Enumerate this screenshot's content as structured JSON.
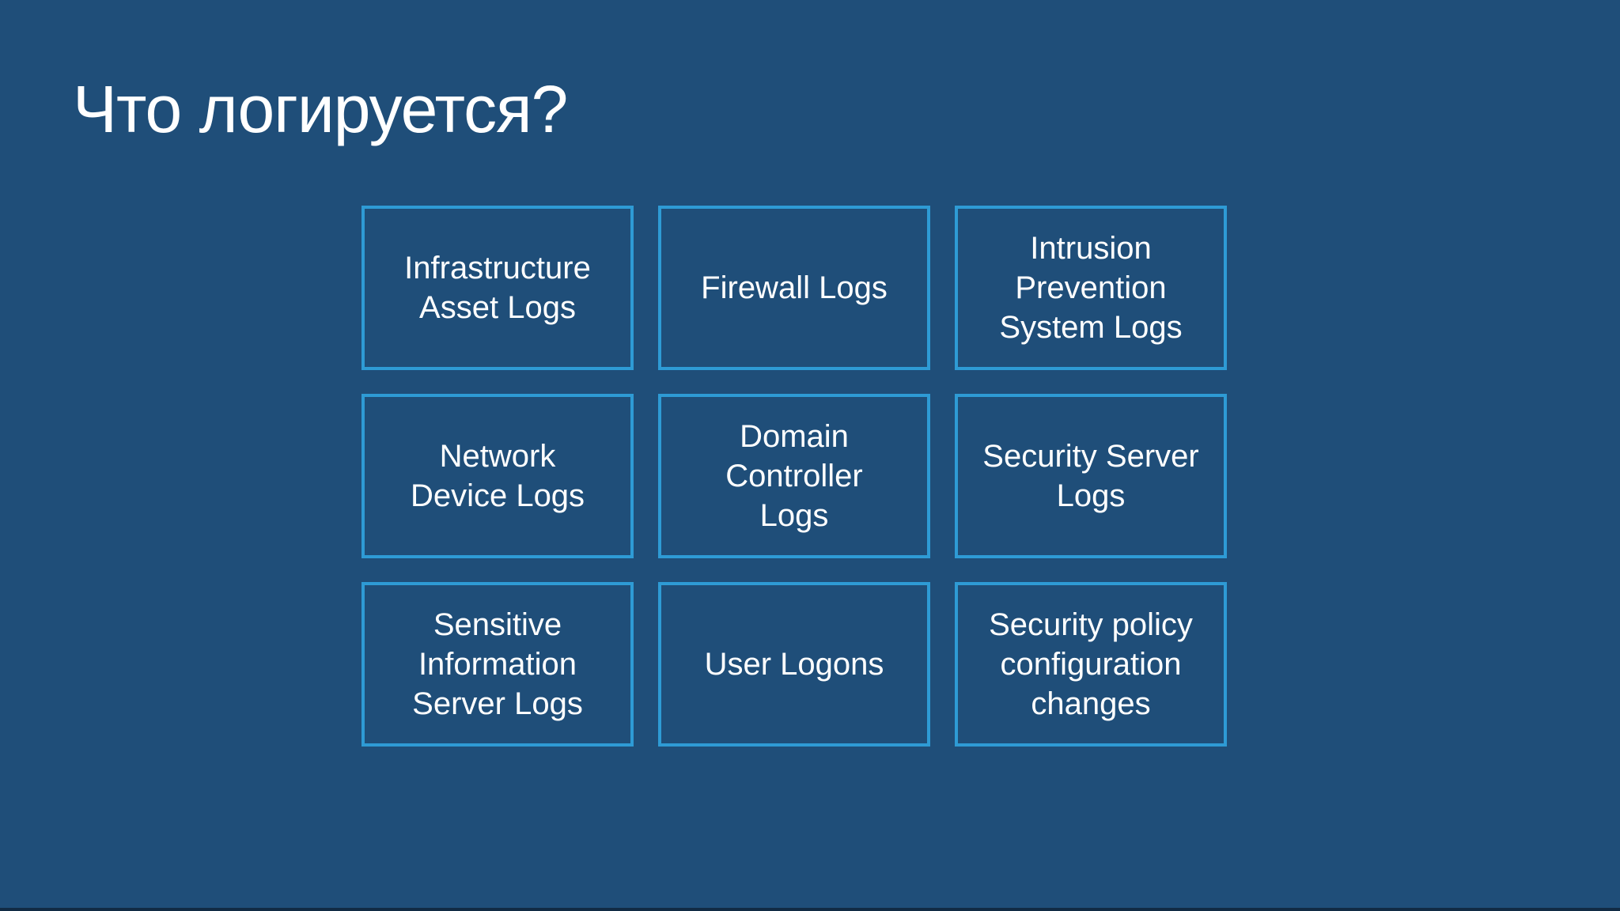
{
  "slide": {
    "title": "Что логируется?",
    "colors": {
      "background": "#1F4E79",
      "box_border": "#2E9BD5",
      "text": "#FFFFFF"
    },
    "boxes": [
      {
        "label": "Infrastructure\nAsset Logs"
      },
      {
        "label": "Firewall Logs"
      },
      {
        "label": "Intrusion\nPrevention\nSystem Logs"
      },
      {
        "label": "Network\nDevice Logs"
      },
      {
        "label": "Domain\nController\nLogs"
      },
      {
        "label": "Security Server\nLogs"
      },
      {
        "label": "Sensitive\nInformation\nServer Logs"
      },
      {
        "label": "User Logons"
      },
      {
        "label": "Security policy\nconfiguration\nchanges"
      }
    ]
  }
}
